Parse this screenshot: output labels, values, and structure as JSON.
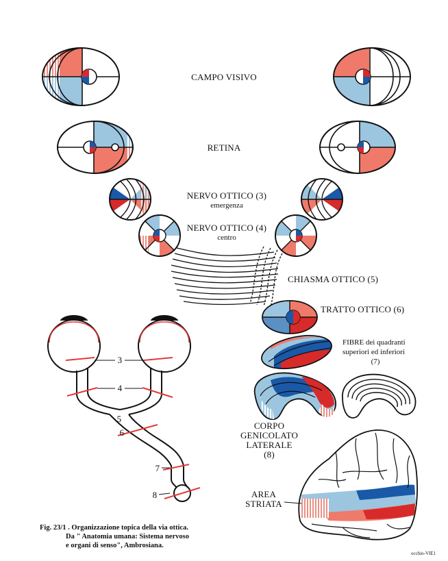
{
  "figure": {
    "labels": {
      "campo_visivo": "CAMPO VISIVO",
      "retina": "RETINA",
      "nervo_ottico_3": "NERVO OTTICO (3)",
      "nervo_ottico_3_sub": "emergenza",
      "nervo_ottico_4": "NERVO OTTICO (4)",
      "nervo_ottico_4_sub": "centro",
      "chiasma_ottico": "CHIASMA OTTICO (5)",
      "tratto_ottico": "TRATTO OTTICO (6)",
      "fibre_1": "FIBRE dei quadranti",
      "fibre_2": "superiori ed inferiori",
      "fibre_3": "(7)",
      "corpo_1": "CORPO",
      "corpo_2": "GENICOLATO",
      "corpo_3": "LATERALE",
      "corpo_4": "(8)",
      "area_1": "AREA",
      "area_2": "STRIATA"
    },
    "pathway_numbers": [
      "3",
      "4",
      "5",
      "6",
      "7",
      "8"
    ],
    "caption": {
      "line1": "Fig. 23/1 . Organizzazione topica della via ottica.",
      "line2": "Da \" Anatomia umana: Sistema nervoso",
      "line3": "e organi di senso\", Ambrosiana."
    },
    "signature": "occhio-VIE1",
    "colors": {
      "red": "#f07a6a",
      "blue": "#9cc6e0",
      "dark_red": "#d72a2a",
      "dark_blue": "#1a59a8",
      "outline": "#111111"
    }
  }
}
